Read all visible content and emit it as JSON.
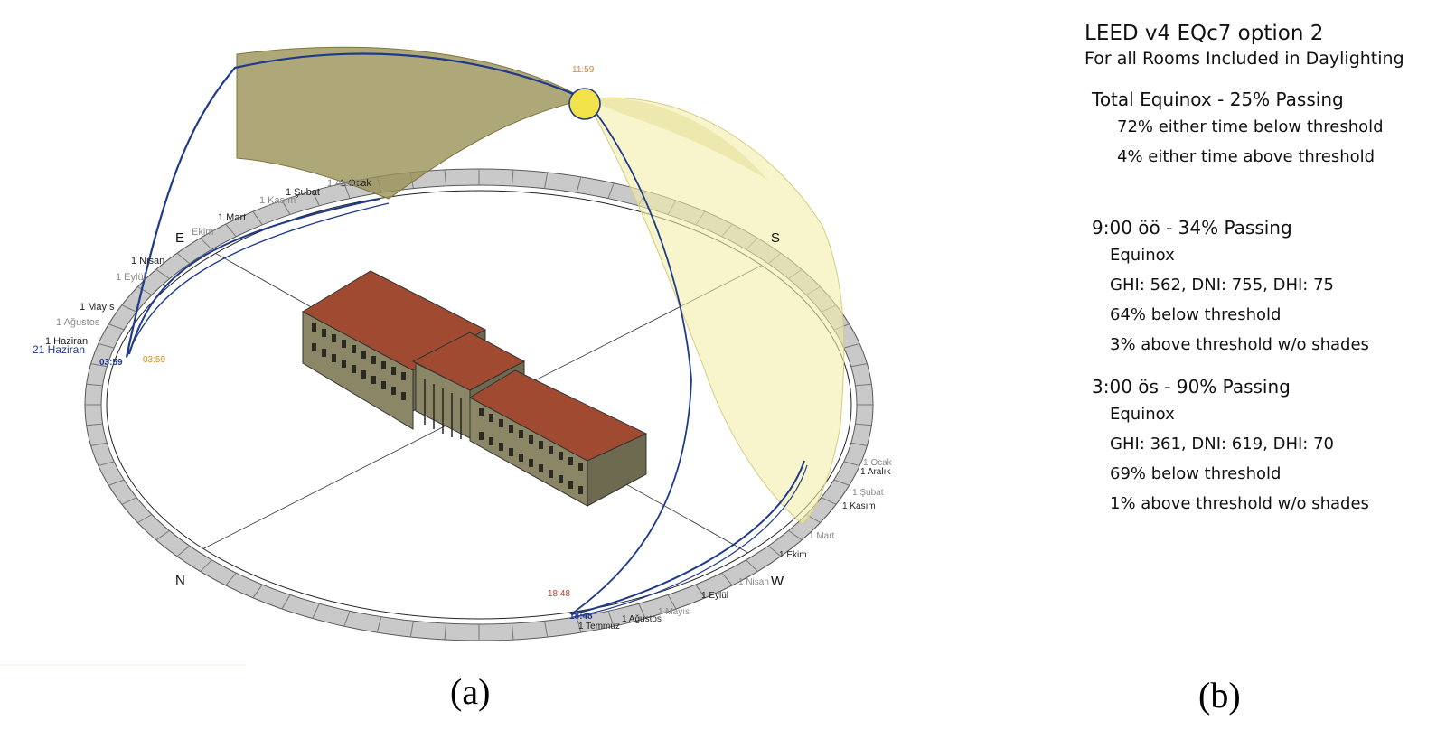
{
  "diagram": {
    "compass": {
      "north": "N",
      "east": "E",
      "south": "S",
      "west": "W"
    },
    "times": {
      "sunrise": "03:59",
      "sunrise_alt": "03:59",
      "noon": "11:59",
      "sunset": "18:48",
      "sunset_alt": "18:48"
    },
    "months_left": [
      {
        "text": "1 Ocak",
        "muted": false
      },
      {
        "text": "1 Aralık",
        "muted": true
      },
      {
        "text": "1 Şubat",
        "muted": false
      },
      {
        "text": "1 Kasım",
        "muted": true
      },
      {
        "text": "1 Mart",
        "muted": false
      },
      {
        "text": "Ekim",
        "muted": true
      },
      {
        "text": "1 Nisan",
        "muted": false
      },
      {
        "text": "1 Eylül",
        "muted": true
      },
      {
        "text": "1 Mayıs",
        "muted": false
      },
      {
        "text": "1 Ağustos",
        "muted": true
      },
      {
        "text": "1 Haziran",
        "muted": false
      },
      {
        "text": "21 Haziran",
        "muted": false
      }
    ],
    "months_right": [
      {
        "text": "1 Ocak",
        "muted": true
      },
      {
        "text": "1 Aralık",
        "muted": false
      },
      {
        "text": "1 Şubat",
        "muted": true
      },
      {
        "text": "1 Kasım",
        "muted": false
      },
      {
        "text": "1 Mart",
        "muted": true
      },
      {
        "text": "1 Ekim",
        "muted": false
      },
      {
        "text": "1 Nisan",
        "muted": true
      },
      {
        "text": "1 Eylül",
        "muted": false
      },
      {
        "text": "1 Mayıs",
        "muted": true
      },
      {
        "text": "1 Ağustos",
        "muted": false
      },
      {
        "text": "1 Temmuz",
        "muted": false
      }
    ],
    "colors": {
      "path": "#1e3a8a",
      "sun": "#f2e24a",
      "dome": "#f3eeaa",
      "dome_shadow": "#9a9256",
      "roof": "#a14a32",
      "wall": "#8b8766",
      "ring": "#c9c9c9"
    }
  },
  "panel": {
    "title": "LEED v4 EQc7 option 2",
    "subtitle": "For all Rooms Included in Daylighting",
    "sections": [
      {
        "heading": "Total Equinox - 25% Passing",
        "lines": [
          "72% either time below threshold",
          "4% either time above threshold"
        ]
      },
      {
        "heading": "9:00 öö - 34% Passing",
        "lines": [
          "Equinox",
          "GHI: 562, DNI: 755, DHI: 75",
          "64% below threshold",
          "3% above threshold w/o shades"
        ]
      },
      {
        "heading": "3:00 ös - 90% Passing",
        "lines": [
          "Equinox",
          "GHI: 361, DNI: 619, DHI: 70",
          "69% below threshold",
          "1% above threshold w/o shades"
        ]
      }
    ]
  },
  "captions": {
    "a": "(a)",
    "b": "(b)"
  }
}
